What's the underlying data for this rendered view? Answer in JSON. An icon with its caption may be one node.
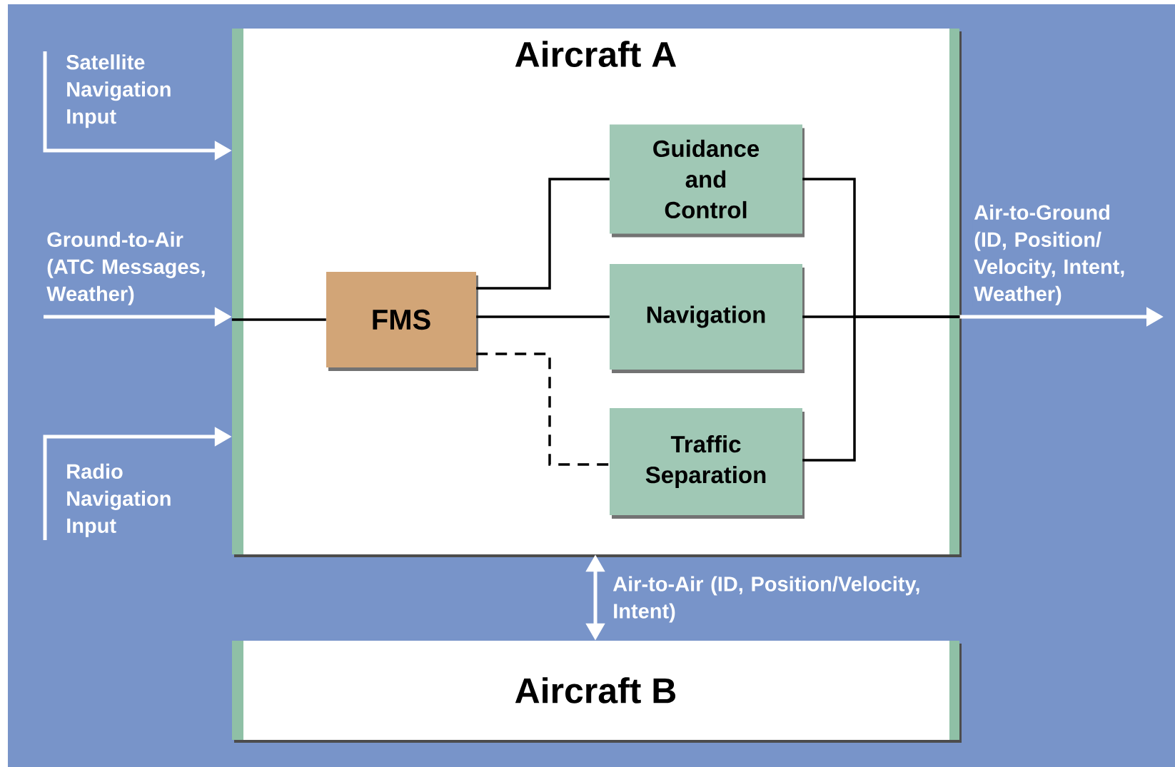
{
  "diagram": {
    "nodes": [
      {
        "text": [
          "Aircraft A"
        ]
      },
      {
        "text": [
          "FMS"
        ],
        "in": 0
      },
      {
        "text": [
          "Guidance and Control"
        ],
        "in": 0
      },
      {
        "text": [
          "Navigation"
        ],
        "in": 0
      },
      {
        "text": [
          "Traffic Separation"
        ],
        "in": 0
      },
      {
        "text": [
          "Aircraft B"
        ]
      },
      {
        "text": [
          "Satellite Navigation Input"
        ]
      },
      {
        "text": [
          "Radio Navigation Input"
        ]
      }
    ],
    "edges": [
      {
        "from": 6,
        "to": 0,
        "arrow": "to",
        "color": "#ffffff"
      },
      {
        "from": null,
        "to": 0,
        "arrow": "to",
        "label": "Ground-to-Air (ATC Messages, Weather)",
        "color": "#ffffff"
      },
      {
        "from": 7,
        "to": 0,
        "arrow": "to",
        "color": "#ffffff"
      },
      {
        "from": 0,
        "to": null,
        "arrow": "to",
        "label": "Air-to-Ground (ID, Position/Velocity, Intent, Weather)",
        "color": "#ffffff"
      },
      {
        "from": 0,
        "to": 5,
        "arrow": "both",
        "label": "Air-to-Air (ID, Position/Velocity, Intent)",
        "color": "#ffffff"
      },
      {
        "from": 0,
        "to": 1,
        "arrow": "none"
      },
      {
        "from": 1,
        "to": 2,
        "arrow": "none"
      },
      {
        "from": 1,
        "to": 3,
        "arrow": "none"
      },
      {
        "from": 1,
        "to": 4,
        "arrow": "none",
        "style": "dashed"
      },
      {
        "from": 2,
        "to": 0,
        "arrow": "none"
      },
      {
        "from": 3,
        "to": 0,
        "arrow": "none"
      },
      {
        "from": 4,
        "to": 0,
        "arrow": "none"
      }
    ]
  }
}
